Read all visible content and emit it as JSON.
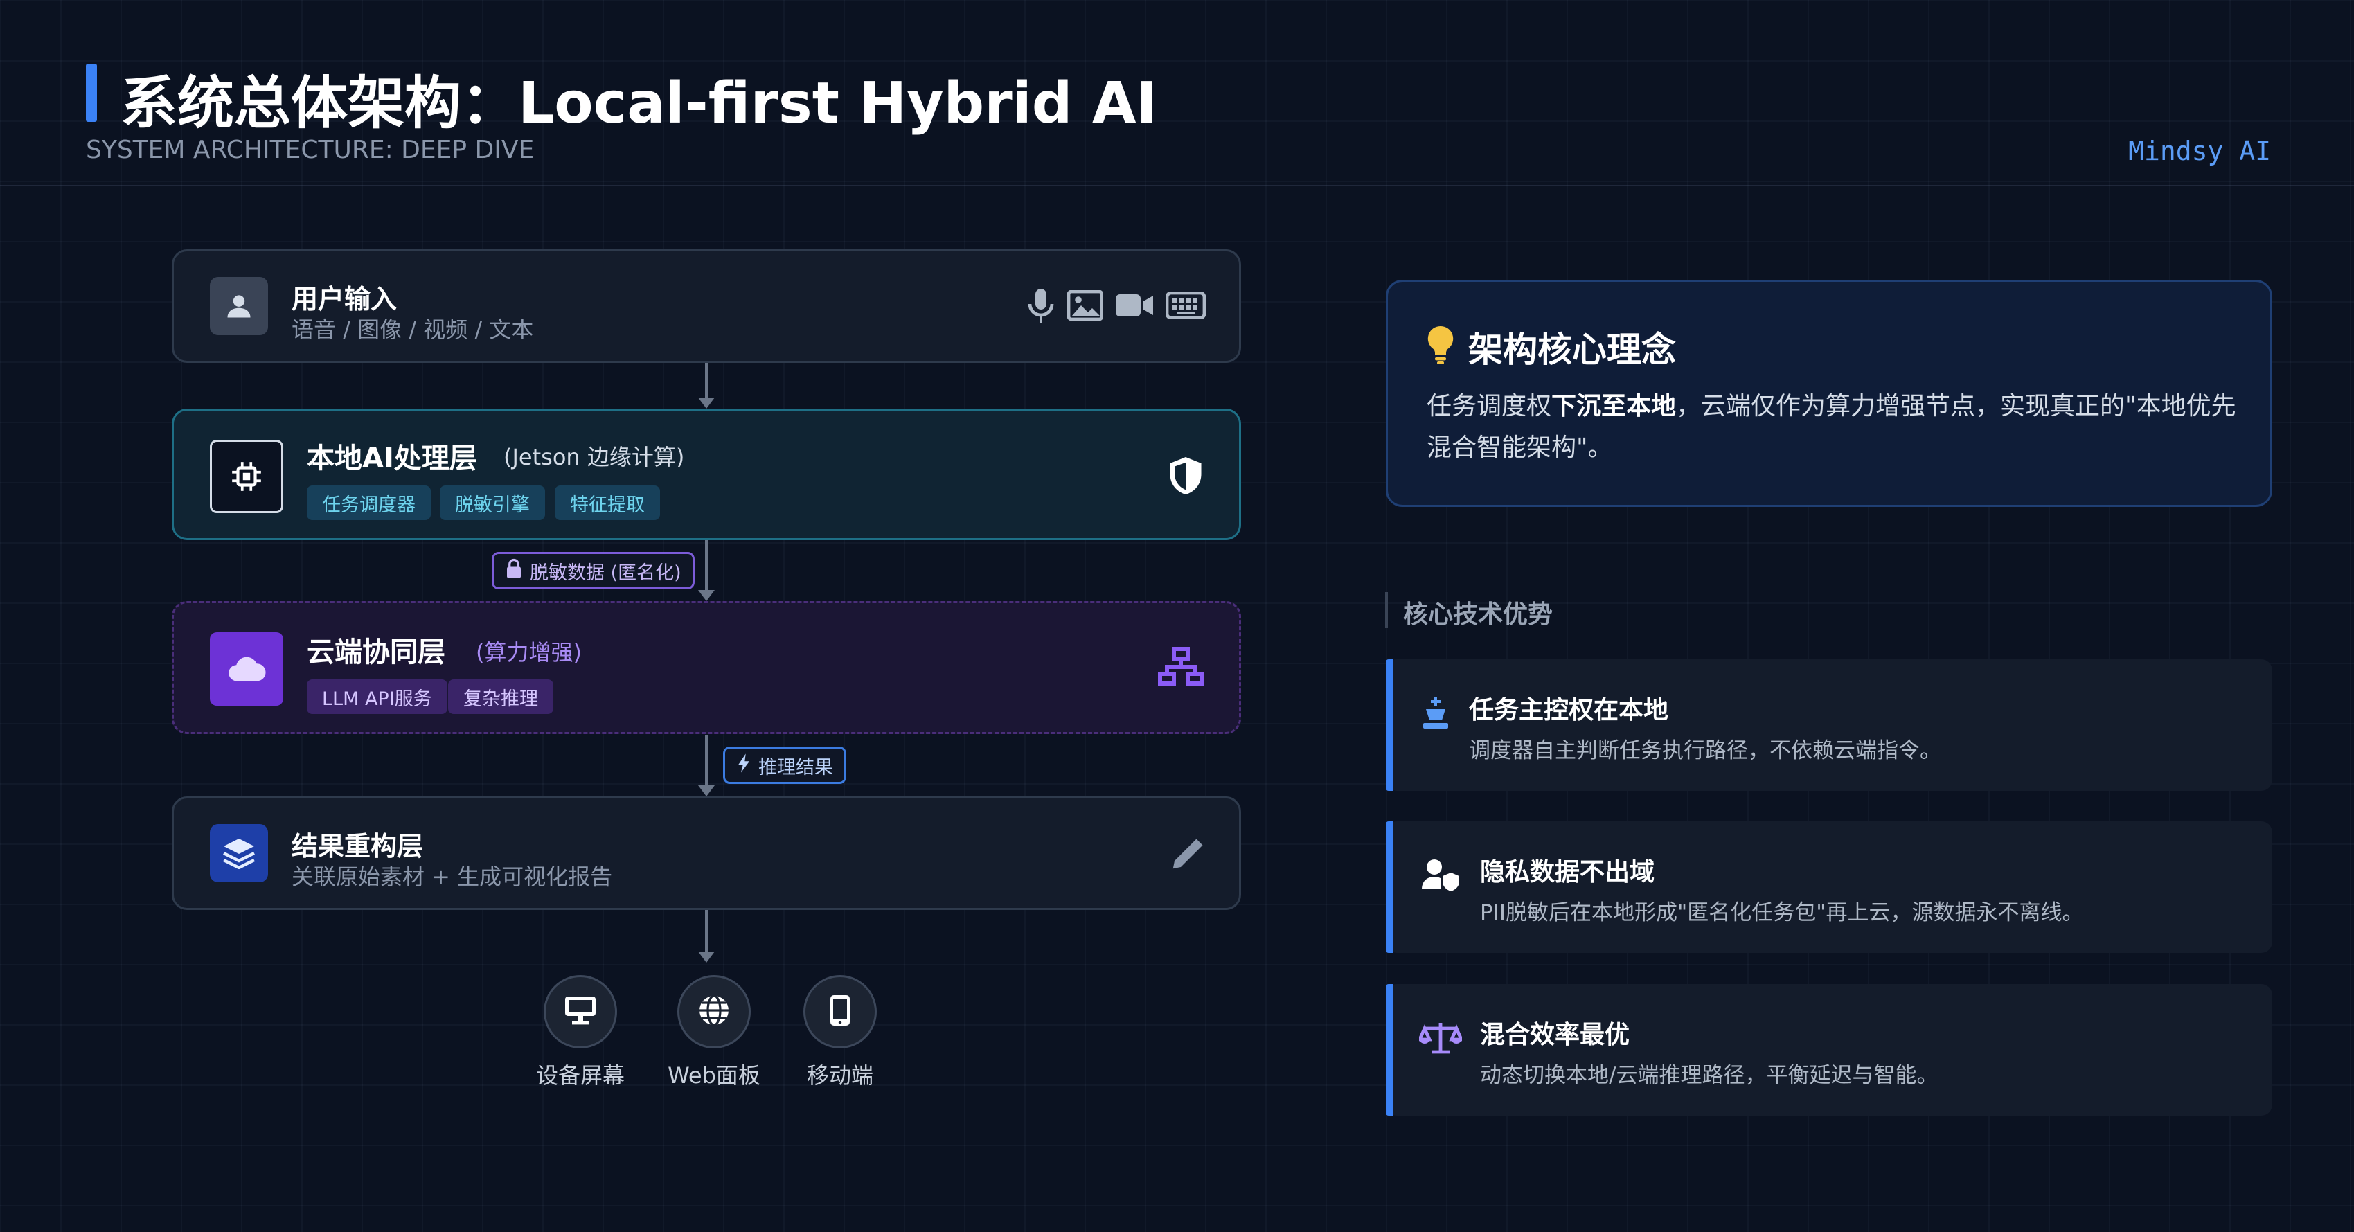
{
  "header": {
    "title": "系统总体架构：Local-first Hybrid AI",
    "subtitle": "SYSTEM ARCHITECTURE: DEEP DIVE",
    "brand": "Mindsy AI"
  },
  "flow": {
    "input": {
      "title": "用户输入",
      "subtitle": "语音 / 图像 / 视频 / 文本"
    },
    "local": {
      "title": "本地AI处理层",
      "note": "(Jetson 边缘计算)",
      "tags": [
        "任务调度器",
        "脱敏引擎",
        "特征提取"
      ]
    },
    "chip_anonymized": "脱敏数据 (匿名化)",
    "cloud": {
      "title": "云端协同层",
      "note": "(算力增强)",
      "tags": [
        "LLM API服务",
        "复杂推理"
      ]
    },
    "chip_result": "推理结果",
    "result": {
      "title": "结果重构层",
      "subtitle": "关联原始素材 + 生成可视化报告"
    },
    "outputs": [
      "设备屏幕",
      "Web面板",
      "移动端"
    ]
  },
  "core": {
    "title": "架构核心理念",
    "text_pre": "任务调度权",
    "text_bold": "下沉至本地",
    "text_post": "，云端仅作为算力增强节点，实现真正的\"本地优先混合智能架构\"。"
  },
  "advantages": {
    "heading": "核心技术优势",
    "items": [
      {
        "title": "任务主控权在本地",
        "desc": "调度器自主判断任务执行路径，不依赖云端指令。",
        "icon": "chess-king-icon"
      },
      {
        "title": "隐私数据不出域",
        "desc": "PII脱敏后在本地形成\"匿名化任务包\"再上云，源数据永不离线。",
        "icon": "user-shield-icon"
      },
      {
        "title": "混合效率最优",
        "desc": "动态切换本地/云端推理路径，平衡延迟与智能。",
        "icon": "balance-scale-icon"
      }
    ]
  },
  "colors": {
    "accent": "#3b82f6",
    "cyan": "#22d3ee",
    "purple": "#8b5cf6",
    "bulb": "#f5c542"
  }
}
